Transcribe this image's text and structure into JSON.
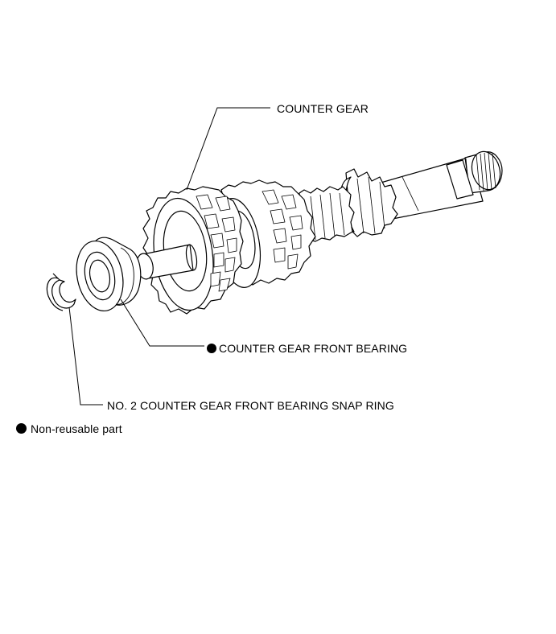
{
  "callouts": {
    "counter_gear": "COUNTER GEAR",
    "front_bearing": "COUNTER GEAR FRONT BEARING",
    "snap_ring": "NO. 2 COUNTER GEAR FRONT BEARING SNAP RING"
  },
  "legend": {
    "non_reusable": "Non-reusable part"
  },
  "colors": {
    "line": "#000000",
    "background": "#ffffff"
  }
}
